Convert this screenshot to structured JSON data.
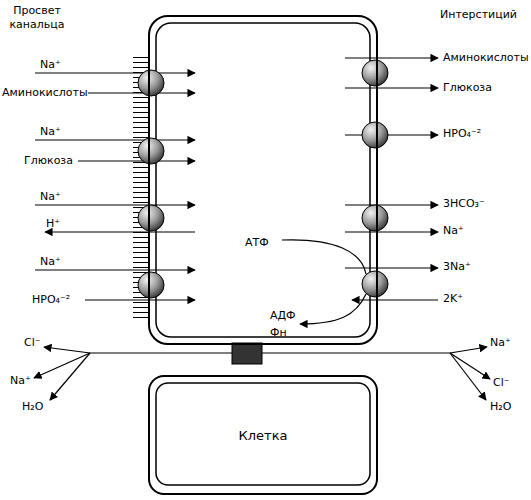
{
  "diagram": {
    "nodes": [
      {
        "text": [
          "АТФ",
          "АДФ Фн"
        ]
      },
      {
        "text": [
          "Клетка"
        ]
      }
    ],
    "labels": [
      "Просвет канальца",
      "Интерстиций",
      "Na⁺",
      "Аминокислоты",
      "Na⁺",
      "Глюкоза",
      "Na⁺",
      "H⁺",
      "Na⁺",
      "HPO₄⁻²",
      "Аминокислоты",
      "Глюкоза",
      "HPO₄⁻²",
      "3HCO₃⁻",
      "Na⁺",
      "3Na⁺",
      "2K⁺",
      "Cl⁻",
      "Na⁺",
      "H₂O",
      "Na⁺",
      "Cl⁻",
      "H₂O"
    ]
  }
}
